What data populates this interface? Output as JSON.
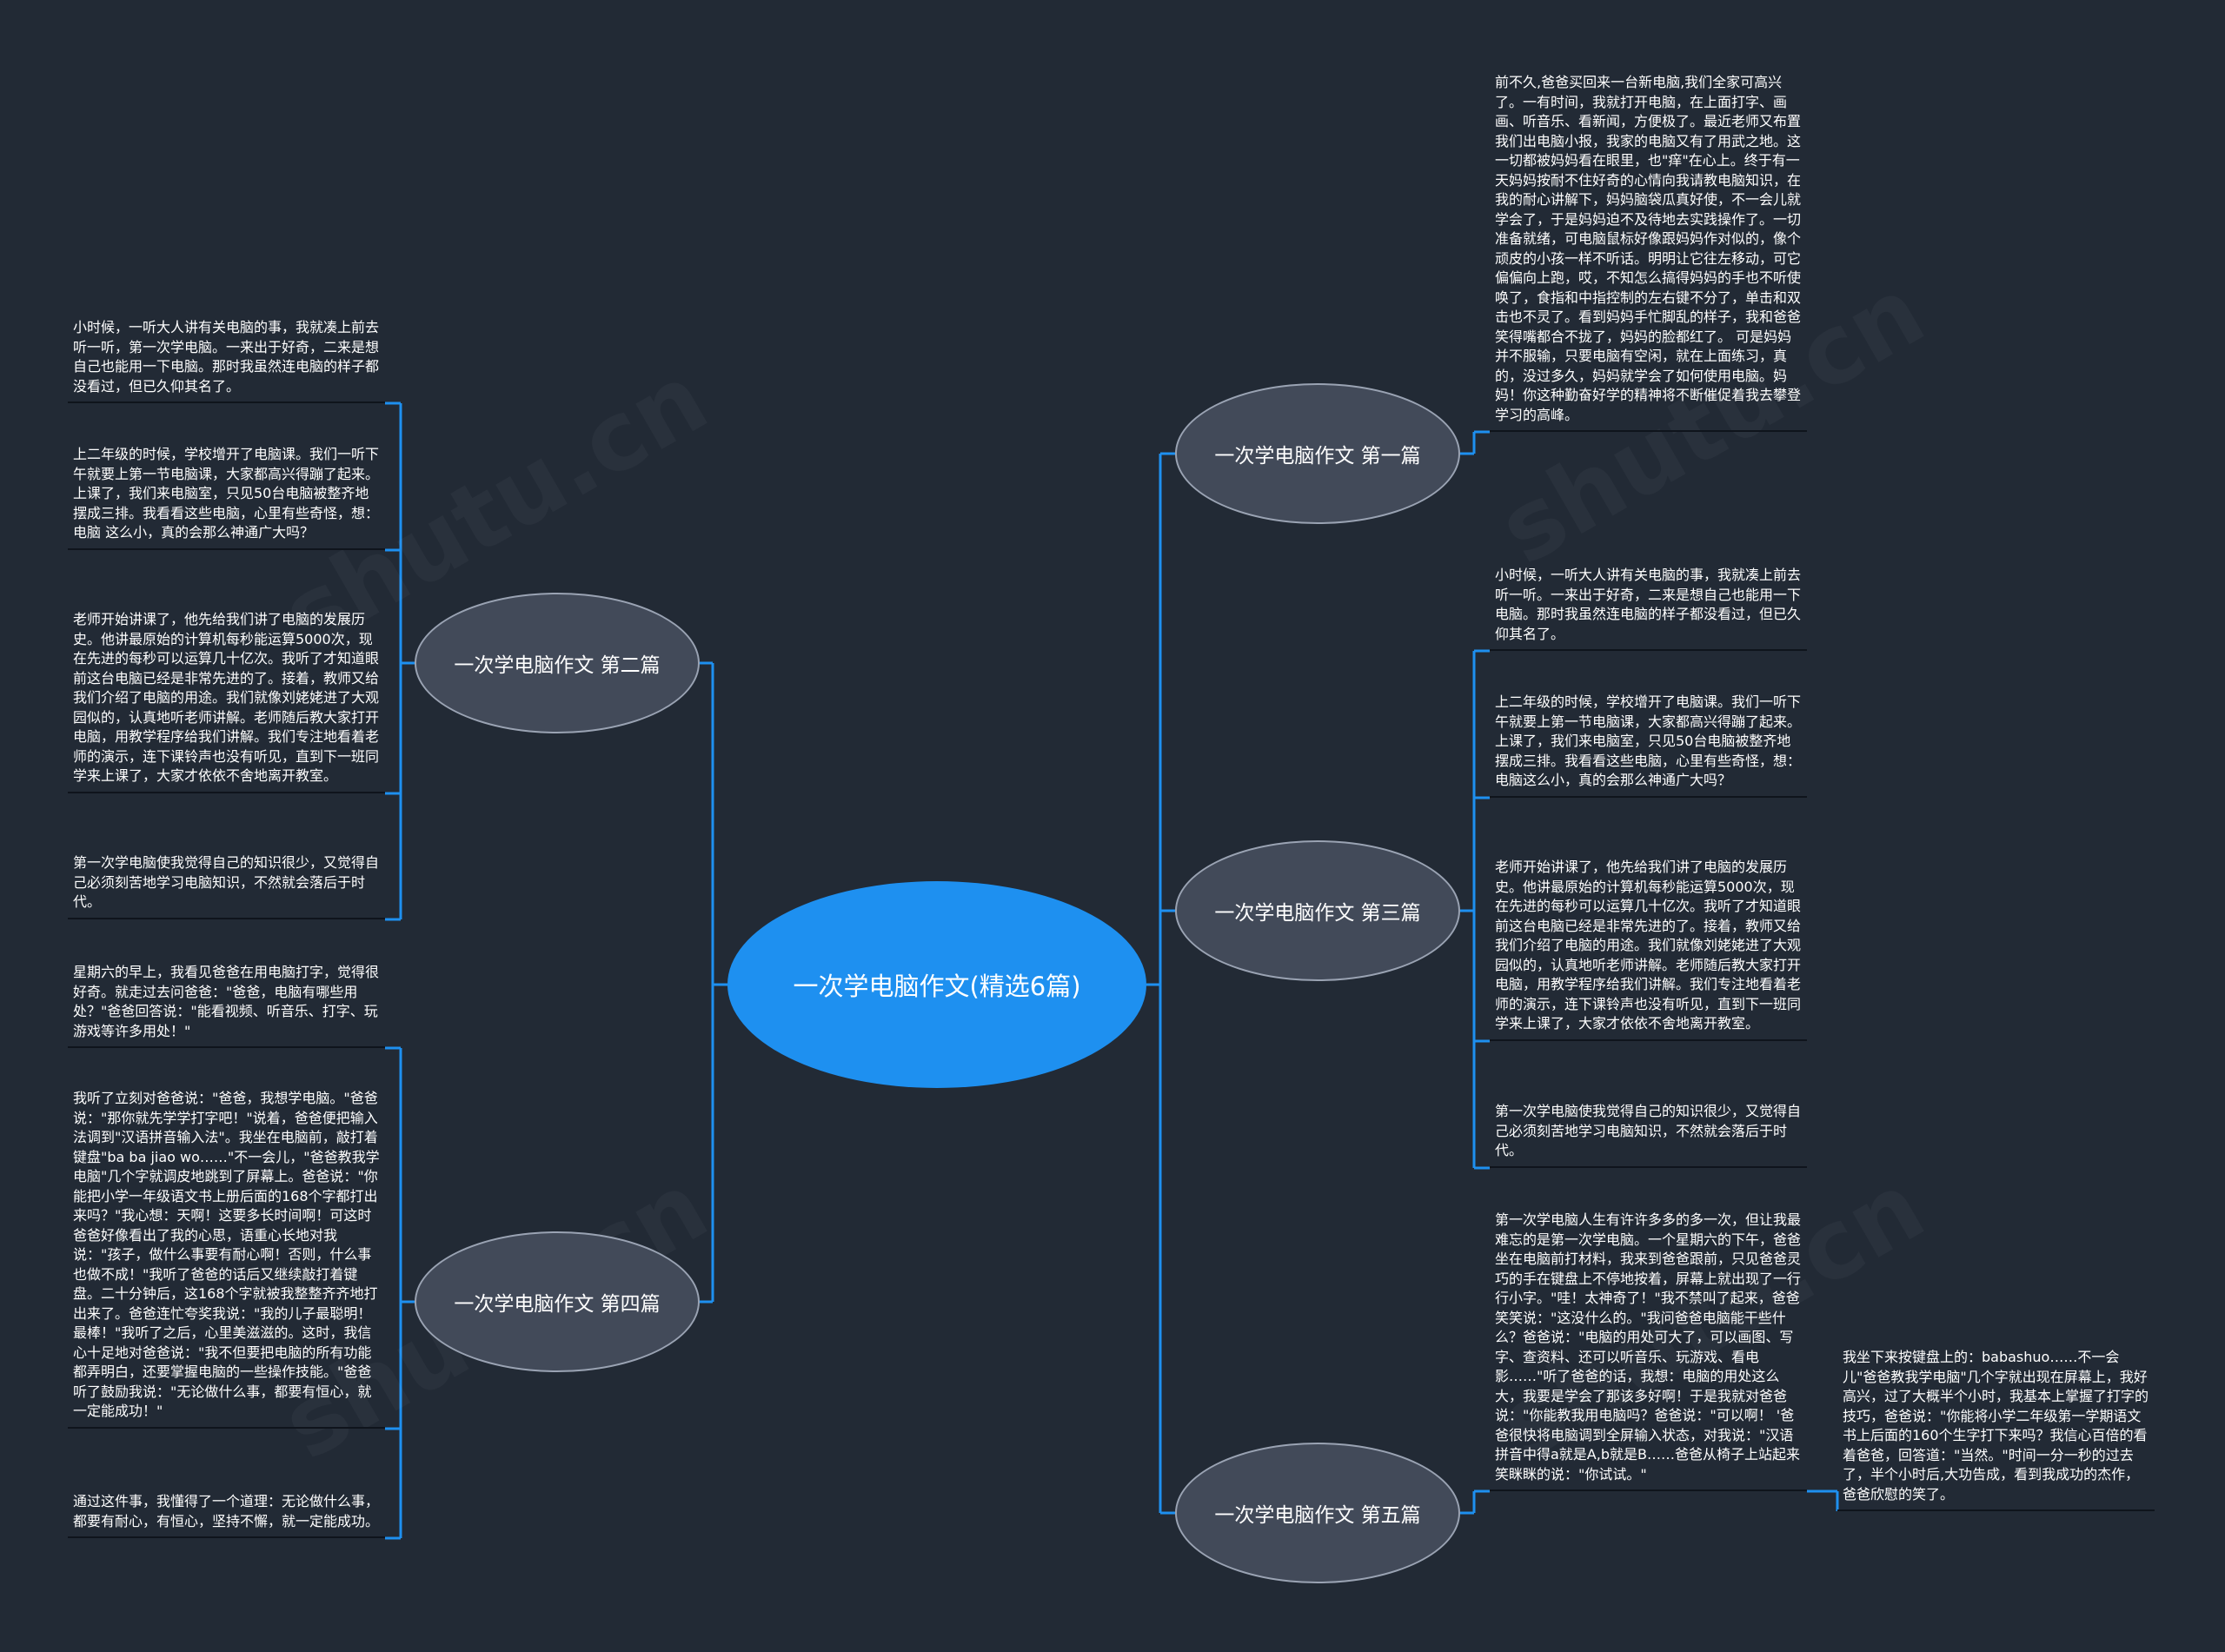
{
  "colors": {
    "background": "#222a35",
    "root": "#1e90f0",
    "branch": "#424a59",
    "branch_border": "#9aa3b3",
    "link": "#1e90f0",
    "text": "#ffffff"
  },
  "root": {
    "label": "一次学电脑作文(精选6篇)"
  },
  "branches": [
    {
      "label": "一次学电脑作文 第一篇",
      "leaves": [
        "前不久,爸爸买回来一台新电脑,我们全家可高兴了。一有时间，我就打开电脑，在上面打字、画画、听音乐、看新闻，方便极了。最近老师又布置我们出电脑小报，我家的电脑又有了用武之地。这一切都被妈妈看在眼里，也\"痒\"在心上。终于有一天妈妈按耐不住好奇的心情向我请教电脑知识，在我的耐心讲解下，妈妈脑袋瓜真好使，不一会儿就学会了，于是妈妈迫不及待地去实践操作了。一切准备就绪，可电脑鼠标好像跟妈妈作对似的，像个顽皮的小孩一样不听话。明明让它往左移动，可它偏偏向上跑，哎，不知怎么搞得妈妈的手也不听使唤了，食指和中指控制的左右键不分了，单击和双击也不灵了。看到妈妈手忙脚乱的样子，我和爸爸笑得嘴都合不拢了，妈妈的脸都红了。 可是妈妈并不服输，只要电脑有空闲，就在上面练习，真的，没过多久，妈妈就学会了如何使用电脑。妈妈！你这种勤奋好学的精神将不断催促着我去攀登学习的高峰。"
      ]
    },
    {
      "label": "一次学电脑作文 第二篇",
      "leaves": [
        "小时候，一听大人讲有关电脑的事，我就凑上前去听一听，第一次学电脑。一来出于好奇，二来是想自己也能用一下电脑。那时我虽然连电脑的样子都没看过，但已久仰其名了。",
        "上二年级的时候，学校增开了电脑课。我们一听下午就要上第一节电脑课，大家都高兴得蹦了起来。上课了，我们来电脑室，只见50台电脑被整齐地摆成三排。我看看这些电脑，心里有些奇怪，想：电脑 这么小，真的会那么神通广大吗？",
        "老师开始讲课了，他先给我们讲了电脑的发展历史。他讲最原始的计算机每秒能运算5000次，现在先进的每秒可以运算几十亿次。我听了才知道眼前这台电脑已经是非常先进的了。接着，教师又给我们介绍了电脑的用途。我们就像刘姥姥进了大观园似的，认真地听老师讲解。老师随后教大家打开电脑，用教学程序给我们讲解。我们专注地看着老师的演示，连下课铃声也没有听见，直到下一班同学来上课了，大家才依依不舍地离开教室。",
        "第一次学电脑使我觉得自己的知识很少，又觉得自己必须刻苦地学习电脑知识，不然就会落后于时代。"
      ]
    },
    {
      "label": "一次学电脑作文 第三篇",
      "leaves": [
        "小时候，一听大人讲有关电脑的事，我就凑上前去听一听。一来出于好奇，二来是想自己也能用一下电脑。那时我虽然连电脑的样子都没看过，但已久仰其名了。",
        "上二年级的时候，学校增开了电脑课。我们一听下午就要上第一节电脑课，大家都高兴得蹦了起来。上课了，我们来电脑室，只见50台电脑被整齐地摆成三排。我看看这些电脑，心里有些奇怪，想：电脑这么小，真的会那么神通广大吗？",
        "老师开始讲课了，他先给我们讲了电脑的发展历史。他讲最原始的计算机每秒能运算5000次，现在先进的每秒可以运算几十亿次。我听了才知道眼前这台电脑已经是非常先进的了。接着，教师又给我们介绍了电脑的用途。我们就像刘姥姥进了大观园似的，认真地听老师讲解。老师随后教大家打开电脑，用教学程序给我们讲解。我们专注地看着老师的演示，连下课铃声也没有听见，直到下一班同学来上课了，大家才依依不舍地离开教室。",
        "第一次学电脑使我觉得自己的知识很少，又觉得自己必须刻苦地学习电脑知识，不然就会落后于时代。"
      ]
    },
    {
      "label": "一次学电脑作文 第四篇",
      "leaves": [
        "星期六的早上，我看见爸爸在用电脑打字，觉得很好奇。就走过去问爸爸：\"爸爸，电脑有哪些用处？\"爸爸回答说：\"能看视频、听音乐、打字、玩游戏等许多用处！\"",
        "我听了立刻对爸爸说：\"爸爸，我想学电脑。\"爸爸说：\"那你就先学学打字吧！\"说着，爸爸便把输入法调到\"汉语拼音输入法\"。我坐在电脑前，敲打着键盘\"ba ba jiao wo……\"不一会儿，\"爸爸教我学电脑\"几个字就调皮地跳到了屏幕上。爸爸说：\"你能把小学一年级语文书上册后面的168个字都打出来吗？\"我心想：天啊！这要多长时间啊！可这时爸爸好像看出了我的心思，语重心长地对我说：\"孩子，做什么事要有耐心啊！否则，什么事也做不成！\"我听了爸爸的话后又继续敲打着键盘。二十分钟后，这168个字就被我整整齐齐地打出来了。爸爸连忙夸奖我说：\"我的儿子最聪明！最棒！\"我听了之后，心里美滋滋的。这时，我信心十足地对爸爸说：\"我不但要把电脑的所有功能都弄明白，还要掌握电脑的一些操作技能。\"爸爸听了鼓励我说：\"无论做什么事，都要有恒心，就一定能成功！\"",
        "通过这件事，我懂得了一个道理：无论做什么事，都要有耐心，有恒心，坚持不懈，就一定能成功。"
      ]
    },
    {
      "label": "一次学电脑作文 第五篇",
      "leaves": [
        "第一次学电脑人生有许许多多的多一次，但让我最难忘的是第一次学电脑。一个星期六的下午，爸爸坐在电脑前打材料，我来到爸爸跟前，只见爸爸灵巧的手在键盘上不停地按着，屏幕上就出现了一行行小字。\"哇！太神奇了！\"我不禁叫了起来，爸爸笑笑说：\"这没什么的。\"我问爸爸电脑能干些什么？爸爸说：\"电脑的用处可大了，可以画图、写字、查资料、还可以听音乐、玩游戏、看电影……\"听了爸爸的话，我想：电脑的用处这么大，我要是学会了那该多好啊！于是我就对爸爸说：\"你能教我用电脑吗？爸爸说：\"可以啊！ '爸爸很快将电脑调到全屏输入状态，对我说：\"汉语拼音中得a就是A,b就是B……爸爸从椅子上站起来笑眯眯的说：\"你试试。\""
      ],
      "subleaf": "我坐下来按键盘上的：babashuo……不一会儿\"爸爸教我学电脑\"几个字就出现在屏幕上，我好高兴，过了大概半个小时，我基本上掌握了打字的技巧，爸爸说：\"你能将小学二年级第一学期语文书上后面的160个生字打下来吗？我信心百倍的看着爸爸，回答道：\"当然。\"时间一分一秒的过去了，半个小时后,大功告成，看到我成功的杰作，爸爸欣慰的笑了。"
    }
  ]
}
